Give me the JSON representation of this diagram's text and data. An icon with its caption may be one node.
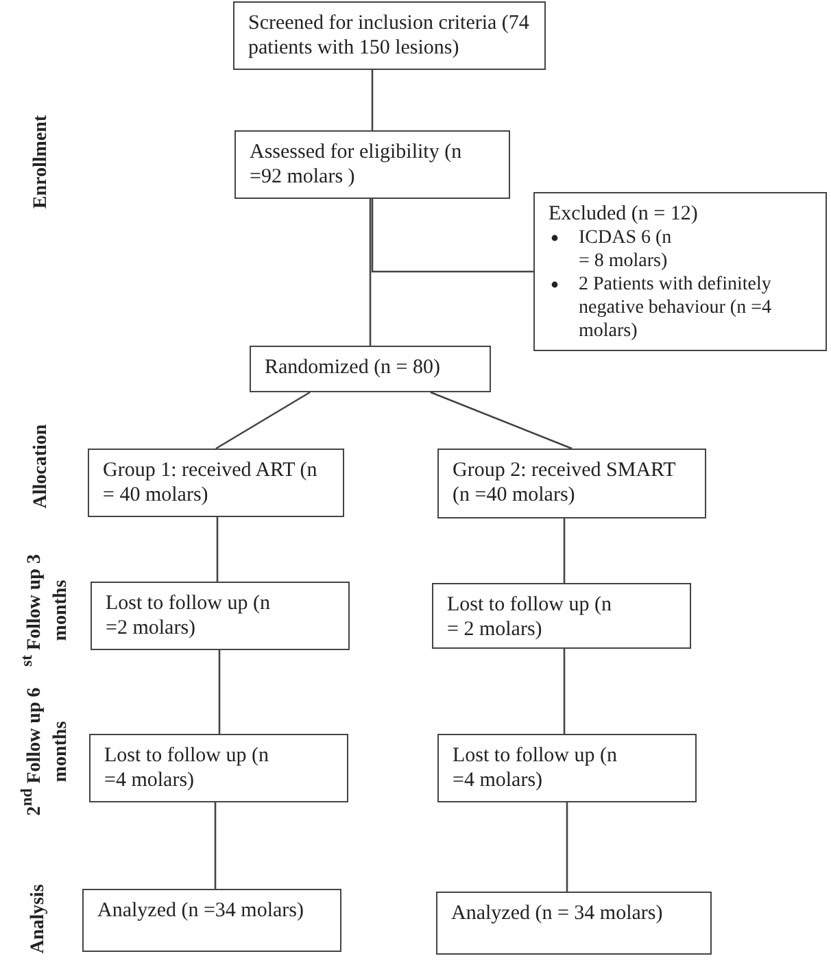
{
  "diagram": {
    "nodes": [
      {
        "text": [
          "Screened for inclusion criteria (74 patients with 150 lesions)"
        ]
      },
      {
        "text": [
          "Assessed for eligibility (n =92 molars )"
        ]
      },
      {
        "text": [
          "Excluded (n = 12)",
          "ICDAS 6 (n = 8 molars)",
          "2 Patients with definitely negative behaviour (n =4 molars)"
        ]
      },
      {
        "text": [
          "Randomized (n = 80)"
        ]
      },
      {
        "text": [
          "Group 1: received ART (n = 40 molars)"
        ]
      },
      {
        "text": [
          "Group 2: received SMART (n =40 molars)"
        ]
      },
      {
        "text": [
          "Lost to follow up (n =2 molars)"
        ]
      },
      {
        "text": [
          "Lost to follow up (n = 2 molars)"
        ]
      },
      {
        "text": [
          "Lost to follow up (n =4 molars)"
        ]
      },
      {
        "text": [
          "Lost to follow up (n =4 molars)"
        ]
      },
      {
        "text": [
          "Analyzed (n =34 molars)"
        ]
      },
      {
        "text": [
          "Analyzed (n = 34 molars)"
        ]
      }
    ],
    "edges": [
      {
        "from": 0,
        "to": 1,
        "arrow": "none"
      },
      {
        "from": 1,
        "to": 3,
        "arrow": "none"
      },
      {
        "from": 1,
        "to": 2,
        "arrow": "none"
      },
      {
        "from": 3,
        "to": 4,
        "arrow": "none"
      },
      {
        "from": 3,
        "to": 5,
        "arrow": "none"
      },
      {
        "from": 4,
        "to": 6,
        "arrow": "none"
      },
      {
        "from": 6,
        "to": 8,
        "arrow": "none"
      },
      {
        "from": 8,
        "to": 10,
        "arrow": "none"
      },
      {
        "from": 5,
        "to": 7,
        "arrow": "none"
      },
      {
        "from": 7,
        "to": 9,
        "arrow": "none"
      },
      {
        "from": 9,
        "to": 11,
        "arrow": "none"
      }
    ],
    "labels": [
      "Enrollment",
      "Allocation",
      "$^{st}$ Follow up 3 months",
      "2$^{nd}$ Follow up 6 months",
      "Analysis"
    ]
  }
}
